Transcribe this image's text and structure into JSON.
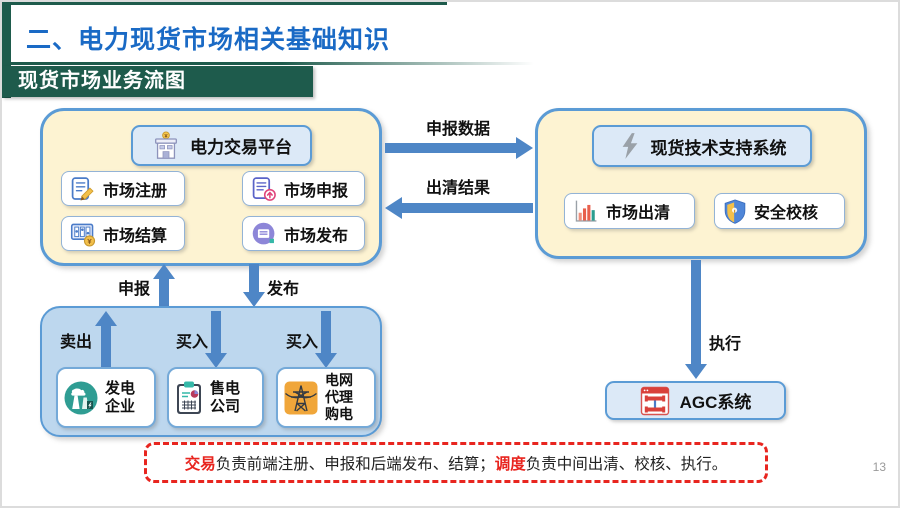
{
  "header": {
    "title": "二、电力现货市场相关基础知识",
    "banner": "现货市场业务流图"
  },
  "platform": {
    "title": "电力交易平台",
    "title_icon": "building-icon",
    "items": [
      {
        "label": "市场注册",
        "icon": "register-doc-pencil-icon"
      },
      {
        "label": "市场申报",
        "icon": "declare-doc-upload-icon"
      },
      {
        "label": "市场结算",
        "icon": "abacus-coin-icon"
      },
      {
        "label": "市场发布",
        "icon": "publish-doc-icon"
      }
    ]
  },
  "spot_system": {
    "title": "现货技术支持系统",
    "title_icon": "lightning-icon",
    "items": [
      {
        "label": "市场出清",
        "icon": "bar-chart-icon"
      },
      {
        "label": "安全校核",
        "icon": "shield-icon"
      }
    ]
  },
  "flows": {
    "declare_data": "申报数据",
    "clear_result": "出清结果",
    "declare": "申报",
    "publish": "发布",
    "sell": "卖出",
    "buy_1": "买入",
    "buy_2": "买入",
    "execute": "执行"
  },
  "participants": [
    {
      "name": "发电企业",
      "icon": "power-plant-icon",
      "lines": [
        "发电",
        "企业"
      ]
    },
    {
      "name": "售电公司",
      "icon": "clipboard-chart-icon",
      "lines": [
        "售电",
        "公司"
      ]
    },
    {
      "name": "电网代理购电",
      "icon": "transmission-tower-icon",
      "lines": [
        "电网",
        "代理",
        "购电"
      ]
    }
  ],
  "agc": {
    "label": "AGC系统",
    "icon": "agc-machine-icon"
  },
  "note": {
    "seg1_bold": "交易",
    "seg1": "负责前端注册、申报和后端发布、结算；",
    "seg2_bold": "调度",
    "seg2": "负责中间出清、校核、执行。"
  },
  "footer": {
    "page_number": "13"
  },
  "colors": {
    "accent_green": "#1e5b4c",
    "title_blue": "#1a6ac5",
    "arrow_blue": "#4e86c6",
    "panel_border_blue": "#5b9bd5",
    "panel_yellow": "#fdf3d2",
    "header_light_blue": "#dce9f7",
    "participants_blue": "#bdd7ee",
    "note_red": "#e8251f"
  }
}
